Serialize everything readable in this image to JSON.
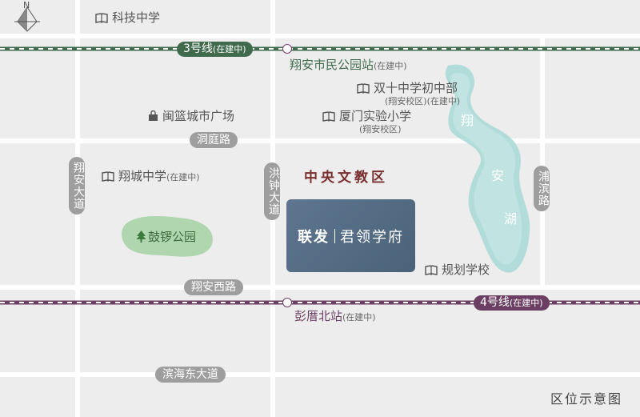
{
  "map": {
    "caption": "区位示意图",
    "compass_letter": "N",
    "zone_label": "中央文教区",
    "project": {
      "part1": "联发",
      "part2": "君领学府"
    },
    "metro_lines": [
      {
        "name": "3号线",
        "status": "(在建中)",
        "color": "#3f6b4c"
      },
      {
        "name": "4号线",
        "status": "(在建中)",
        "color": "#6b3f63"
      }
    ],
    "stations": [
      {
        "name": "翔安市民公园站",
        "status": "(在建中)"
      },
      {
        "name": "彭厝北站",
        "status": "(在建中)"
      }
    ],
    "roads": [
      {
        "name": "洞庭路"
      },
      {
        "name": "翔安西路"
      },
      {
        "name": "滨海东大道"
      },
      {
        "name": "翔安大道"
      },
      {
        "name": "洪钟大道"
      },
      {
        "name": "浦滨路"
      }
    ],
    "pois": [
      {
        "name": "科技中学",
        "icon": "book-icon"
      },
      {
        "name": "双十中学初中部",
        "sub": "(翔安校区)(在建中)",
        "icon": "book-icon"
      },
      {
        "name": "闽篮城市广场",
        "icon": "shopping-bag-icon"
      },
      {
        "name": "厦门实验小学",
        "sub": "(翔安校区)",
        "icon": "book-icon"
      },
      {
        "name": "翔城中学",
        "status": "(在建中)",
        "icon": "book-icon"
      },
      {
        "name": "鼓锣公园",
        "icon": "tree-icon"
      },
      {
        "name": "规划学校",
        "icon": "book-icon"
      }
    ],
    "lake": {
      "chars": [
        "翔",
        "安",
        "湖"
      ]
    },
    "colors": {
      "background": "#ededed",
      "road": "#ffffff",
      "park": "#a9d3a9",
      "lake": "#a6d8d6"
    }
  }
}
